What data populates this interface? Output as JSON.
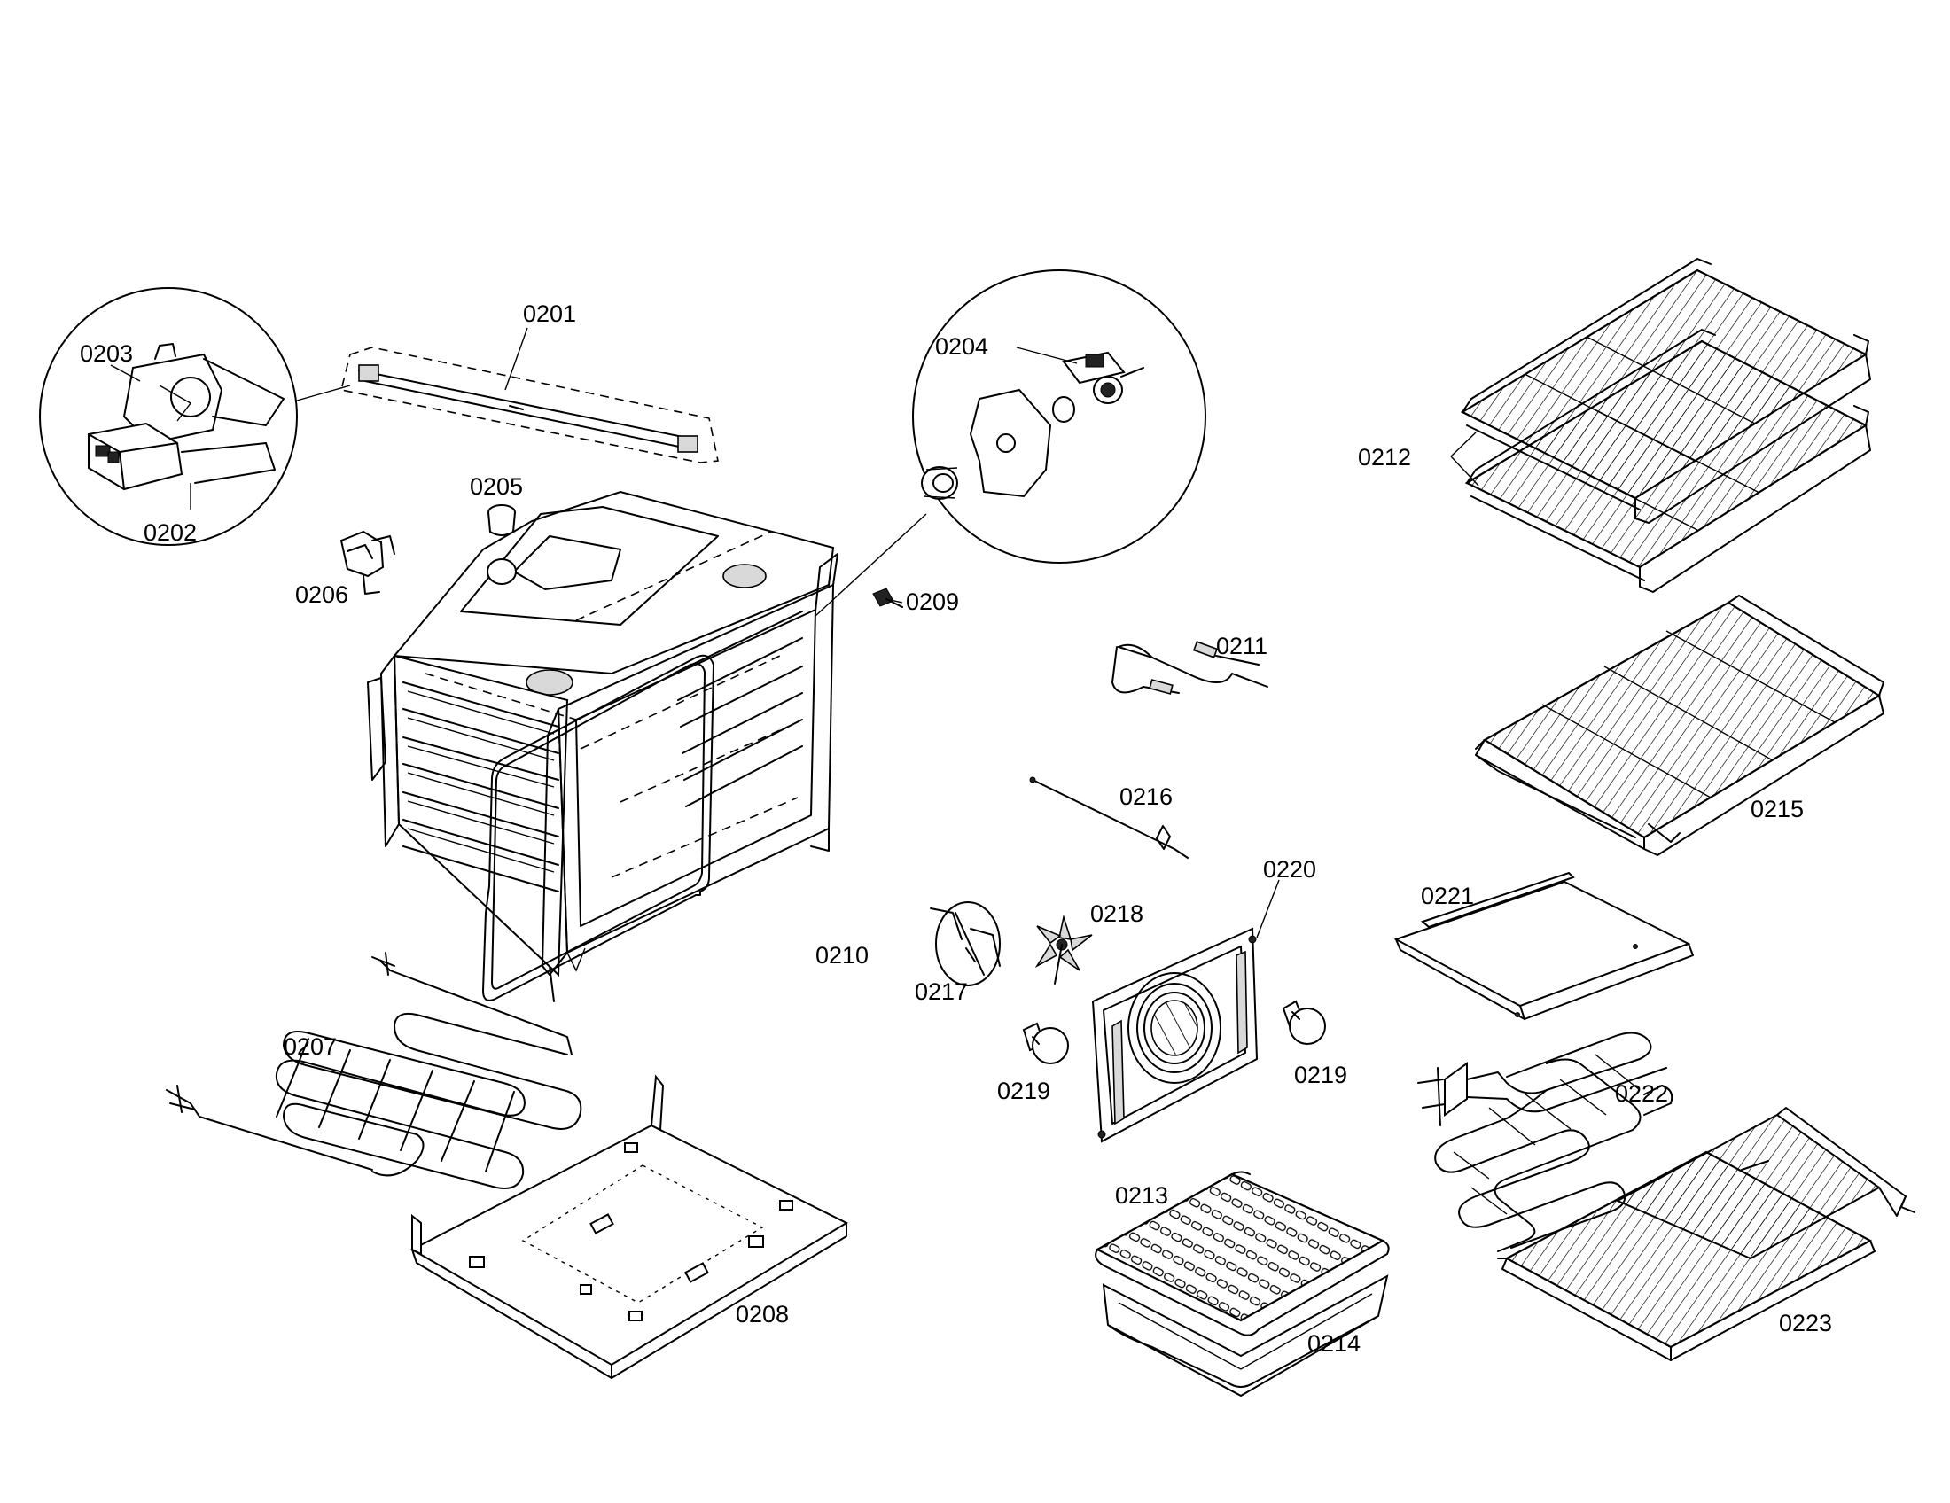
{
  "labels": {
    "l0201": "0201",
    "l0202": "0202",
    "l0203": "0203",
    "l0204": "0204",
    "l0205": "0205",
    "l0206": "0206",
    "l0207": "0207",
    "l0208": "0208",
    "l0209": "0209",
    "l0210": "0210",
    "l0211": "0211",
    "l0212": "0212",
    "l0213": "0213",
    "l0214": "0214",
    "l0215": "0215",
    "l0216": "0216",
    "l0217": "0217",
    "l0218": "0218",
    "l0219a": "0219",
    "l0219b": "0219",
    "l0220": "0220",
    "l0221": "0221",
    "l0222": "0222",
    "l0223": "0223"
  }
}
